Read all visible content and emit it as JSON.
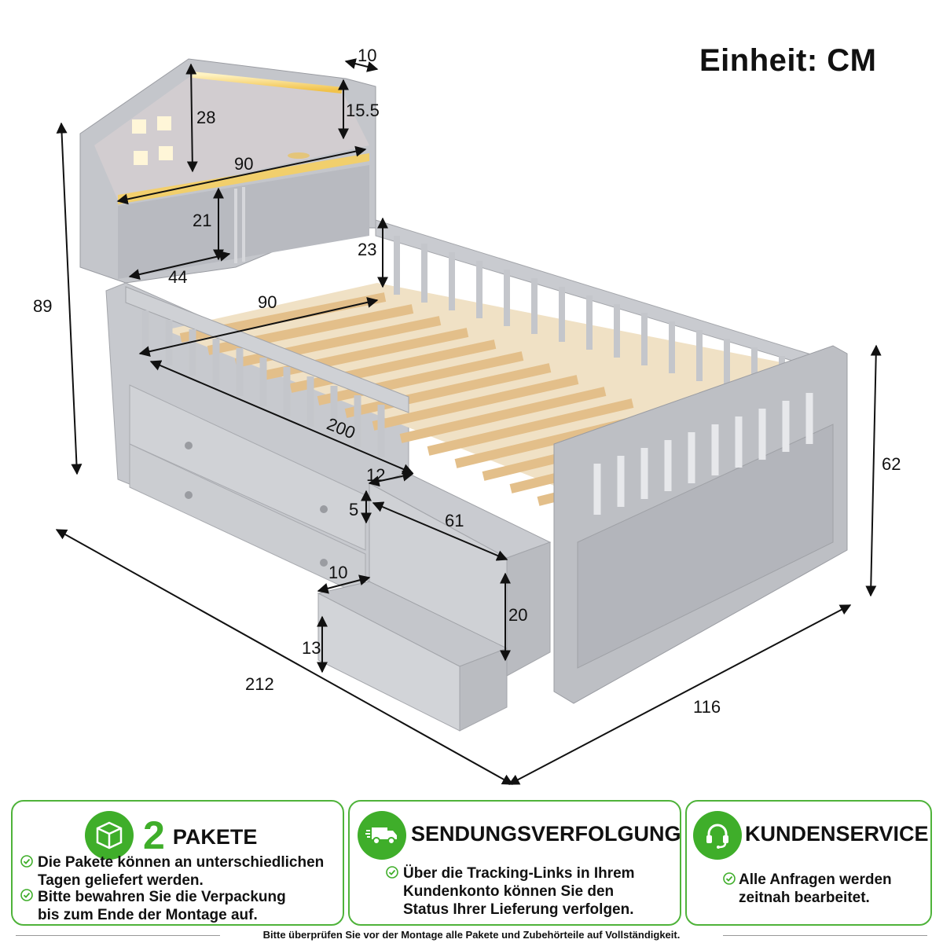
{
  "unit_label": "Einheit: CM",
  "dimensions": {
    "d10_top": "10",
    "d28": "28",
    "d15_5": "15.5",
    "d90_head": "90",
    "d21": "21",
    "d44": "44",
    "d23": "23",
    "d89": "89",
    "d90_rail": "90",
    "d200": "200",
    "d12": "12",
    "d5": "5",
    "d61": "61",
    "d10_step": "10",
    "d20": "20",
    "d13": "13",
    "d212": "212",
    "d116": "116",
    "d62": "62"
  },
  "cards": {
    "packages": {
      "number": "2",
      "title": "PAKETE",
      "lines": [
        "Die Pakete können an unterschiedlichen",
        "Tagen geliefert werden.",
        "Bitte bewahren Sie die Verpackung",
        "bis zum Ende der Montage auf."
      ],
      "icon": "package-icon"
    },
    "tracking": {
      "title": "SENDUNGSVERFOLGUNG",
      "lines": [
        "Über die Tracking-Links in Ihrem",
        "Kundenkonto können Sie den",
        "Status Ihrer Lieferung verfolgen."
      ],
      "icon": "truck-icon"
    },
    "service": {
      "title": "KUNDENSERVICE",
      "lines": [
        "Alle Anfragen werden",
        "zeitnah bearbeitet."
      ],
      "icon": "headset-icon"
    }
  },
  "footer": "Bitte überprüfen Sie vor der Montage alle Pakete und Zubehörteile auf Vollständigkeit.",
  "colors": {
    "accent": "#3fae2a",
    "bed": "#bfc1c6",
    "slats": "#e9c999",
    "light": "#f6cf62"
  }
}
